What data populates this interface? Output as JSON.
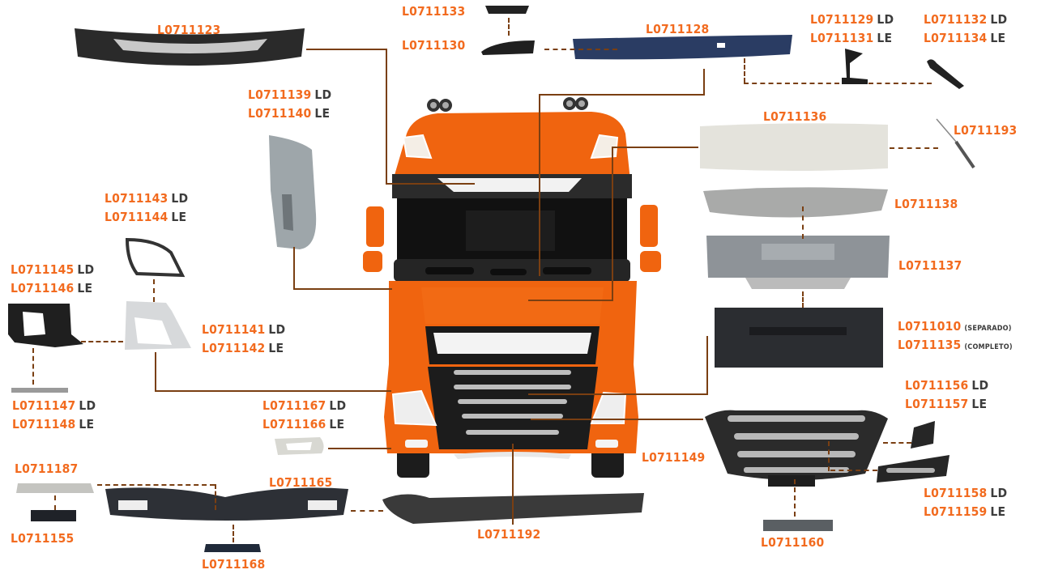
{
  "diagram": {
    "subject": "Truck front cab exploded parts diagram",
    "colors": {
      "code": "#f26b1f",
      "suffix": "#3c3c3c",
      "leader": "#7a3f12",
      "truck_body": "#f0640f"
    },
    "labels": {
      "l0711123": {
        "code": "L0711123"
      },
      "l0711133": {
        "code": "L0711133"
      },
      "l0711130": {
        "code": "L0711130"
      },
      "l0711128": {
        "code": "L0711128"
      },
      "l0711129": {
        "code": "L0711129",
        "side": "LD"
      },
      "l0711131": {
        "code": "L0711131",
        "side": "LE"
      },
      "l0711132": {
        "code": "L0711132",
        "side": "LD"
      },
      "l0711134": {
        "code": "L0711134",
        "side": "LE"
      },
      "l0711139": {
        "code": "L0711139",
        "side": "LD"
      },
      "l0711140": {
        "code": "L0711140",
        "side": "LE"
      },
      "l0711136": {
        "code": "L0711136"
      },
      "l0711193": {
        "code": "L0711193"
      },
      "l0711143": {
        "code": "L0711143",
        "side": "LD"
      },
      "l0711144": {
        "code": "L0711144",
        "side": "LE"
      },
      "l0711138": {
        "code": "L0711138"
      },
      "l0711145": {
        "code": "L0711145",
        "side": "LD"
      },
      "l0711146": {
        "code": "L0711146",
        "side": "LE"
      },
      "l0711137": {
        "code": "L0711137"
      },
      "l0711141": {
        "code": "L0711141",
        "side": "LD"
      },
      "l0711142": {
        "code": "L0711142",
        "side": "LE"
      },
      "l0711010": {
        "code": "L0711010",
        "note": "(SEPARADO)"
      },
      "l0711135": {
        "code": "L0711135",
        "note": "(COMPLETO)"
      },
      "l0711147": {
        "code": "L0711147",
        "side": "LD"
      },
      "l0711148": {
        "code": "L0711148",
        "side": "LE"
      },
      "l0711156": {
        "code": "L0711156",
        "side": "LD"
      },
      "l0711157": {
        "code": "L0711157",
        "side": "LE"
      },
      "l0711167": {
        "code": "L0711167",
        "side": "LD"
      },
      "l0711166": {
        "code": "L0711166",
        "side": "LE"
      },
      "l0711149": {
        "code": "L0711149"
      },
      "l0711187": {
        "code": "L0711187"
      },
      "l0711165": {
        "code": "L0711165"
      },
      "l0711158": {
        "code": "L0711158",
        "side": "LD"
      },
      "l0711159": {
        "code": "L0711159",
        "side": "LE"
      },
      "l0711155": {
        "code": "L0711155"
      },
      "l0711192": {
        "code": "L0711192"
      },
      "l0711160": {
        "code": "L0711160"
      },
      "l0711168": {
        "code": "L0711168"
      }
    }
  }
}
